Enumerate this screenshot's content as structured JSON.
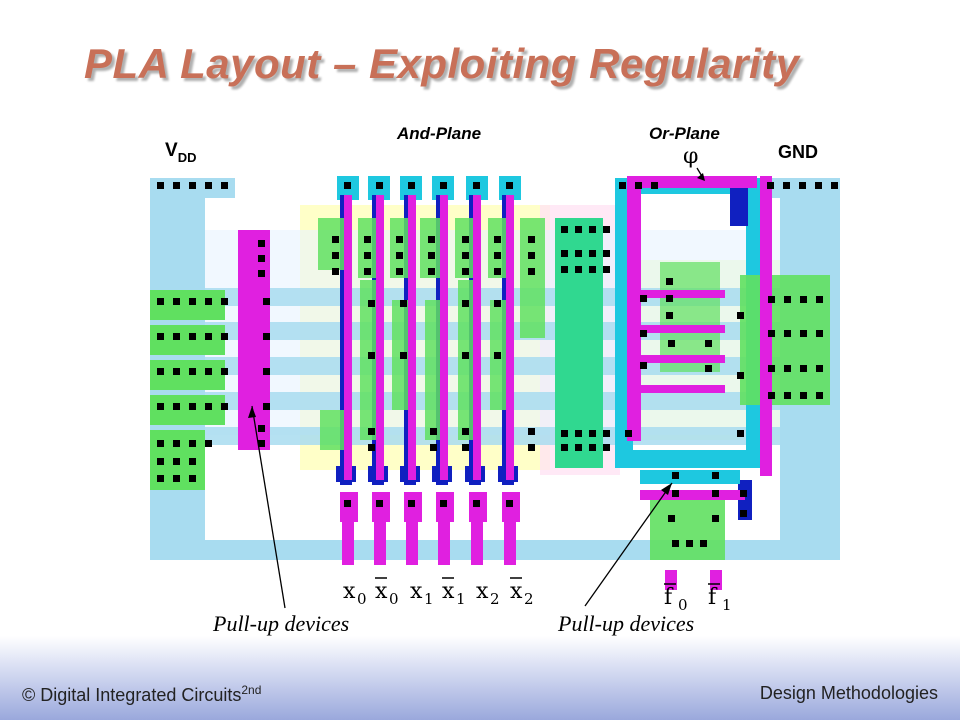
{
  "title": "PLA Layout – Exploiting Regularity",
  "labels": {
    "vdd": "V",
    "vdd_sub": "DD",
    "and_plane": "And-Plane",
    "or_plane": "Or-Plane",
    "gnd": "GND",
    "phi": "φ"
  },
  "inputs": [
    {
      "base": "x",
      "sub": "0",
      "bar": false
    },
    {
      "base": "x",
      "sub": "0",
      "bar": true
    },
    {
      "base": "x",
      "sub": "1",
      "bar": false
    },
    {
      "base": "x",
      "sub": "1",
      "bar": true
    },
    {
      "base": "x",
      "sub": "2",
      "bar": false
    },
    {
      "base": "x",
      "sub": "2",
      "bar": true
    }
  ],
  "outputs": [
    {
      "base": "f",
      "sub": "0",
      "bar": true
    },
    {
      "base": "f",
      "sub": "1",
      "bar": true
    }
  ],
  "annotations": {
    "pullup_left": "Pull-up devices",
    "pullup_right": "Pull-up devices"
  },
  "footer": {
    "left": "© Digital Integrated Circuits",
    "left_sup": "2nd",
    "right": "Design Methodologies"
  },
  "colors": {
    "title": "#c87058",
    "metal1": "#a8dcf0",
    "metal2": "#1ec8e0",
    "metal_dark": "#1020c0",
    "poly": "#e020e0",
    "diffusion": "#60e060",
    "contact": "#000000",
    "nwell": "#ffffc8"
  }
}
